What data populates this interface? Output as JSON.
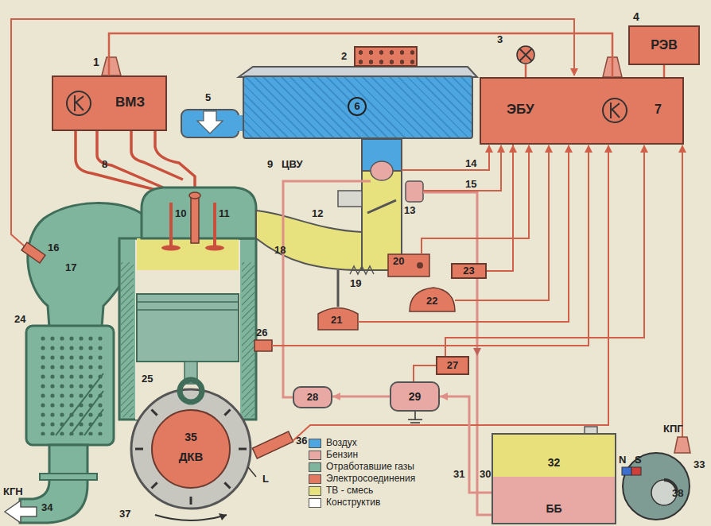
{
  "diagram": {
    "nodes": [
      {
        "text": [
          "1",
          "ВМЗ"
        ]
      },
      {
        "text": [
          "4",
          "РЭВ"
        ]
      },
      {
        "text": [
          "ЭБУ",
          "7"
        ]
      },
      {
        "text": [
          "27"
        ]
      },
      {
        "text": [
          "23"
        ]
      },
      {
        "text": [
          "28"
        ]
      },
      {
        "text": [
          "29"
        ]
      },
      {
        "text": [
          "32",
          "ББ"
        ]
      },
      {
        "text": [
          "35",
          "ДКВ"
        ]
      },
      {
        "text": [
          "3"
        ]
      },
      {
        "text": [
          "2"
        ]
      },
      {
        "text": [
          "6"
        ]
      }
    ],
    "edges": [
      {
        "from": 0,
        "to": 2,
        "arrow": "none"
      },
      {
        "from": 2,
        "to": 1,
        "arrow": "none"
      },
      {
        "from": 9,
        "to": 2,
        "arrow": "none"
      },
      {
        "from": 4,
        "to": 2,
        "arrow": "to"
      },
      {
        "from": 6,
        "to": 5,
        "arrow": "to"
      },
      {
        "from": 7,
        "to": 6,
        "arrow": "to"
      },
      {
        "from": 3,
        "to": 6,
        "arrow": "none"
      }
    ],
    "labels": [
      "5",
      "8",
      "9",
      "ЦВУ",
      "10",
      "11",
      "12",
      "13",
      "14",
      "15",
      "16",
      "17",
      "18",
      "19",
      "20",
      "21",
      "22",
      "24",
      "25",
      "26",
      "30",
      "31",
      "33",
      "КПГ",
      "N",
      "S",
      "38",
      "34",
      "КГН",
      "36",
      "L",
      "37"
    ],
    "legend": [
      {
        "text": "Воздух",
        "color": "#4da6e0"
      },
      {
        "text": "Бензин",
        "color": "#e8a9a4"
      },
      {
        "text": "Отработавшие газы",
        "color": "#7fb59c"
      },
      {
        "text": "Электросоединения",
        "color": "#e27a62"
      },
      {
        "text": "ТВ - смесь",
        "color": "#e7e27e"
      },
      {
        "text": "Конструктив",
        "color": "#ffffff"
      }
    ]
  }
}
